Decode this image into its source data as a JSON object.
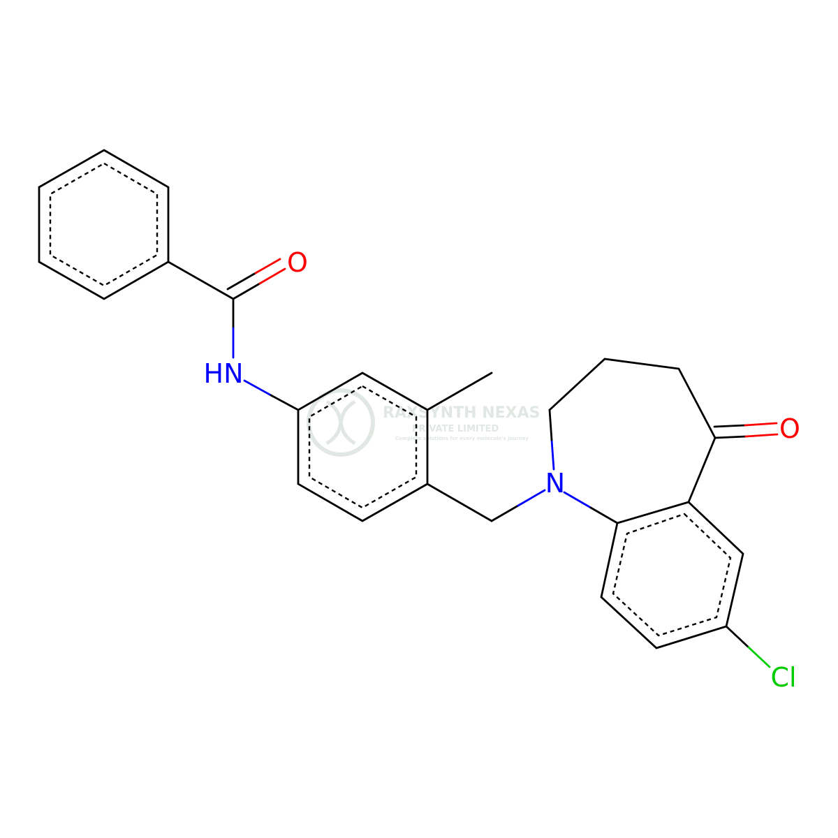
{
  "molecule": {
    "atoms": {
      "o_amide": {
        "text": "O",
        "color": "#ff0000"
      },
      "nh": {
        "text": "HN",
        "color": "#0000ff"
      },
      "n_ring": {
        "text": "N",
        "color": "#0000ff"
      },
      "o_ketone": {
        "text": "O",
        "color": "#ff0000"
      },
      "cl": {
        "text": "Cl",
        "color": "#00cc00"
      }
    }
  },
  "watermark": {
    "company": "RAXSYNTH NEXAS",
    "subtitle": "PRIVATE LIMITED",
    "tagline": "Complete solutions for every molecule's journey",
    "color": "#c9d4cc"
  }
}
